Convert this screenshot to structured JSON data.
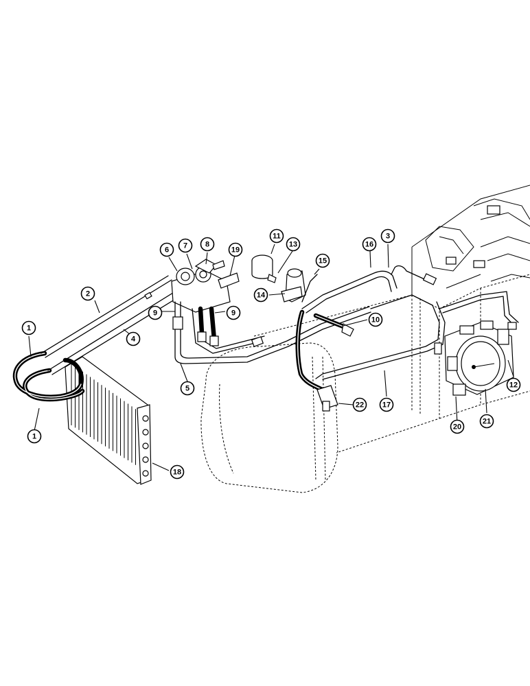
{
  "callouts": [
    {
      "id": "c1a",
      "label": "1"
    },
    {
      "id": "c1b",
      "label": "1"
    },
    {
      "id": "c2",
      "label": "2"
    },
    {
      "id": "c3",
      "label": "3"
    },
    {
      "id": "c4",
      "label": "4"
    },
    {
      "id": "c5",
      "label": "5"
    },
    {
      "id": "c6",
      "label": "6"
    },
    {
      "id": "c7",
      "label": "7"
    },
    {
      "id": "c8",
      "label": "8"
    },
    {
      "id": "c9a",
      "label": "9"
    },
    {
      "id": "c9b",
      "label": "9"
    },
    {
      "id": "c10",
      "label": "10"
    },
    {
      "id": "c11",
      "label": "11"
    },
    {
      "id": "c12",
      "label": "12"
    },
    {
      "id": "c13",
      "label": "13"
    },
    {
      "id": "c14",
      "label": "14"
    },
    {
      "id": "c15",
      "label": "15"
    },
    {
      "id": "c16",
      "label": "16"
    },
    {
      "id": "c17",
      "label": "17"
    },
    {
      "id": "c18",
      "label": "18"
    },
    {
      "id": "c19",
      "label": "19"
    },
    {
      "id": "c20",
      "label": "20"
    },
    {
      "id": "c21",
      "label": "21"
    },
    {
      "id": "c22",
      "label": "22"
    }
  ]
}
